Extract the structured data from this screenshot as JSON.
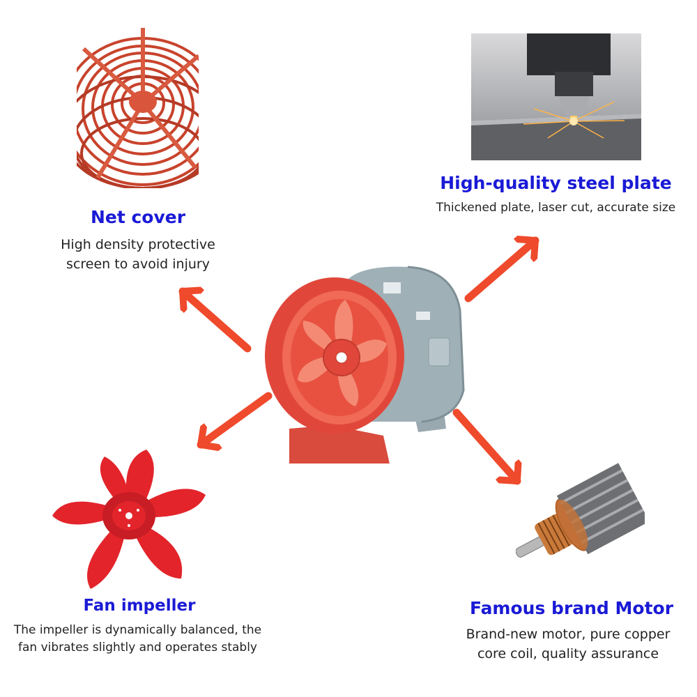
{
  "net_cover": {
    "title": "Net cover",
    "desc_lines": [
      "High density protective",
      "screen to avoid injury"
    ],
    "image_icon": "wire-guard-icon"
  },
  "steel_plate": {
    "title": "High-quality steel plate",
    "desc_lines": [
      "Thickened plate, laser cut, accurate size"
    ],
    "image_icon": "laser-cutter-icon"
  },
  "impeller": {
    "title": "Fan impeller",
    "desc_lines": [
      "The impeller is dynamically balanced, the",
      "fan vibrates slightly and operates stably"
    ],
    "image_icon": "impeller-icon"
  },
  "motor": {
    "title": "Famous brand Motor",
    "desc_lines": [
      "Brand-new motor, pure copper",
      "core coil, quality assurance"
    ],
    "image_icon": "motor-rotor-icon"
  },
  "center": {
    "image_icon": "axial-fan-icon"
  },
  "colors": {
    "title": "#1a1ad6",
    "arrow": "#ef4a2c",
    "fan_red": "#e0473a",
    "fan_gray": "#9fb0b6"
  }
}
